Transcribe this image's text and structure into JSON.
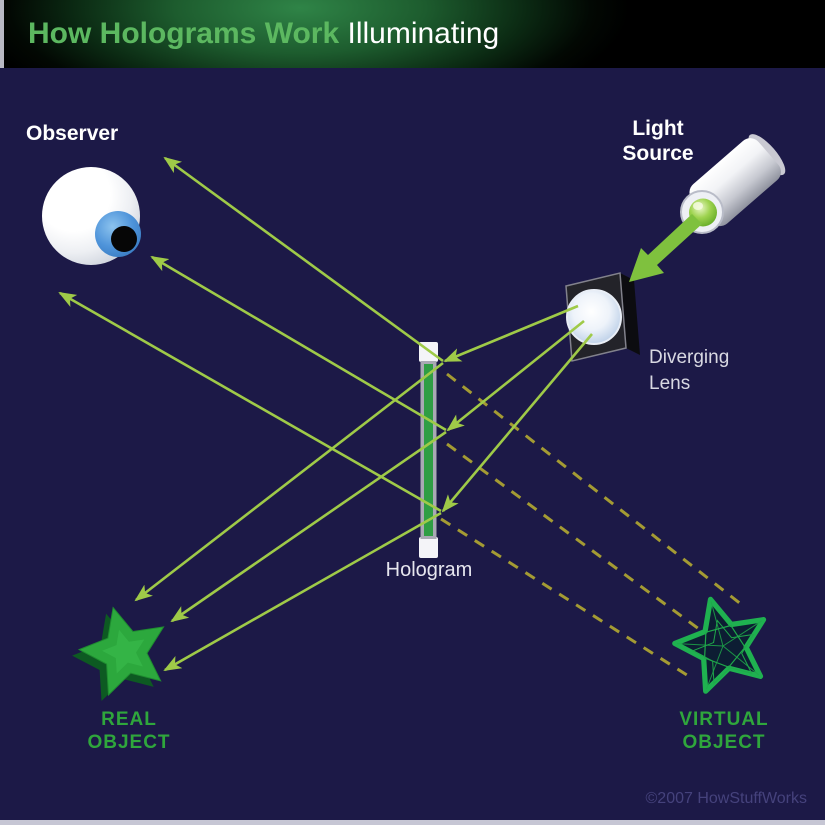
{
  "title": {
    "series_title": "How Holograms Work",
    "page_topic": " Illuminating"
  },
  "labels": {
    "observer": "Observer",
    "light_source": [
      "Light",
      "Source"
    ],
    "diverging_lens": [
      "Diverging",
      "Lens"
    ],
    "hologram": "Hologram",
    "real_object": [
      "REAL",
      "OBJECT"
    ],
    "virtual_object": [
      "VIRTUAL",
      "OBJECT"
    ]
  },
  "footer": {
    "copyright": "©2007 HowStuffWorks"
  },
  "colors": {
    "background_navy": "#1c1947",
    "title_series_green": "#5cb860",
    "title_topic_white": "#ffffff",
    "solid_ray_green": "#9fca48",
    "dashed_virtual_ray_olive": "#a49b33",
    "illumination_arrow_green": "#7fc13e",
    "object_label_green": "#2fa63c",
    "hologram_film_green": "#2f9e44",
    "copyright_slate": "#45427c"
  }
}
